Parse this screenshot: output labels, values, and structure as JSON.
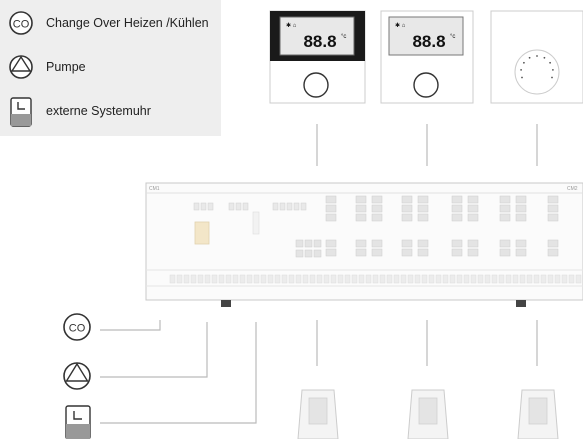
{
  "legend": {
    "items": [
      {
        "icon": "change-over-icon",
        "icon_text": "CO",
        "label": "Change Over Heizen /Kühlen"
      },
      {
        "icon": "pump-icon",
        "label": "Pumpe"
      },
      {
        "icon": "clock-icon",
        "label": "externe Systemuhr"
      }
    ]
  },
  "thermostats": {
    "display_reading": "88.8",
    "display_unit": "°c"
  },
  "controller": {
    "label_left": "CM1",
    "label_right": "CM2"
  },
  "bottom_inputs": {
    "co_text": "CO"
  },
  "colors": {
    "line": "#bbbbbb",
    "icon_stroke": "#333333",
    "legend_bg": "#eeeeee",
    "display_bezel": "#1a1a1a"
  }
}
